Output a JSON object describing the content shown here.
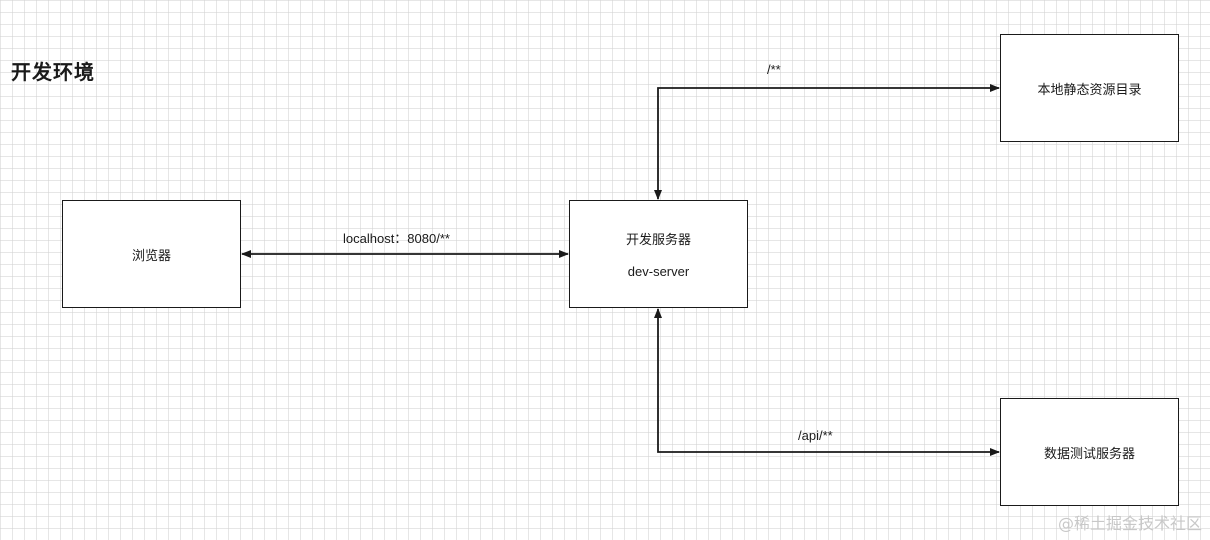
{
  "title": "开发环境",
  "nodes": {
    "browser": {
      "label": "浏览器"
    },
    "dev_server": {
      "label": "开发服务器",
      "sublabel": "dev-server"
    },
    "static_dir": {
      "label": "本地静态资源目录"
    },
    "data_server": {
      "label": "数据测试服务器"
    }
  },
  "edges": {
    "browser_dev": {
      "label": "localhost：8080/**",
      "direction": "bidirectional"
    },
    "dev_static": {
      "label": "/**",
      "direction": "bidirectional"
    },
    "dev_data": {
      "label": "/api/**",
      "direction": "bidirectional"
    }
  },
  "watermark": "@稀土掘金技术社区",
  "colors": {
    "stroke": "#1a1a1a",
    "grid": "#d2d2d2",
    "watermark": "#c8c8c8"
  }
}
